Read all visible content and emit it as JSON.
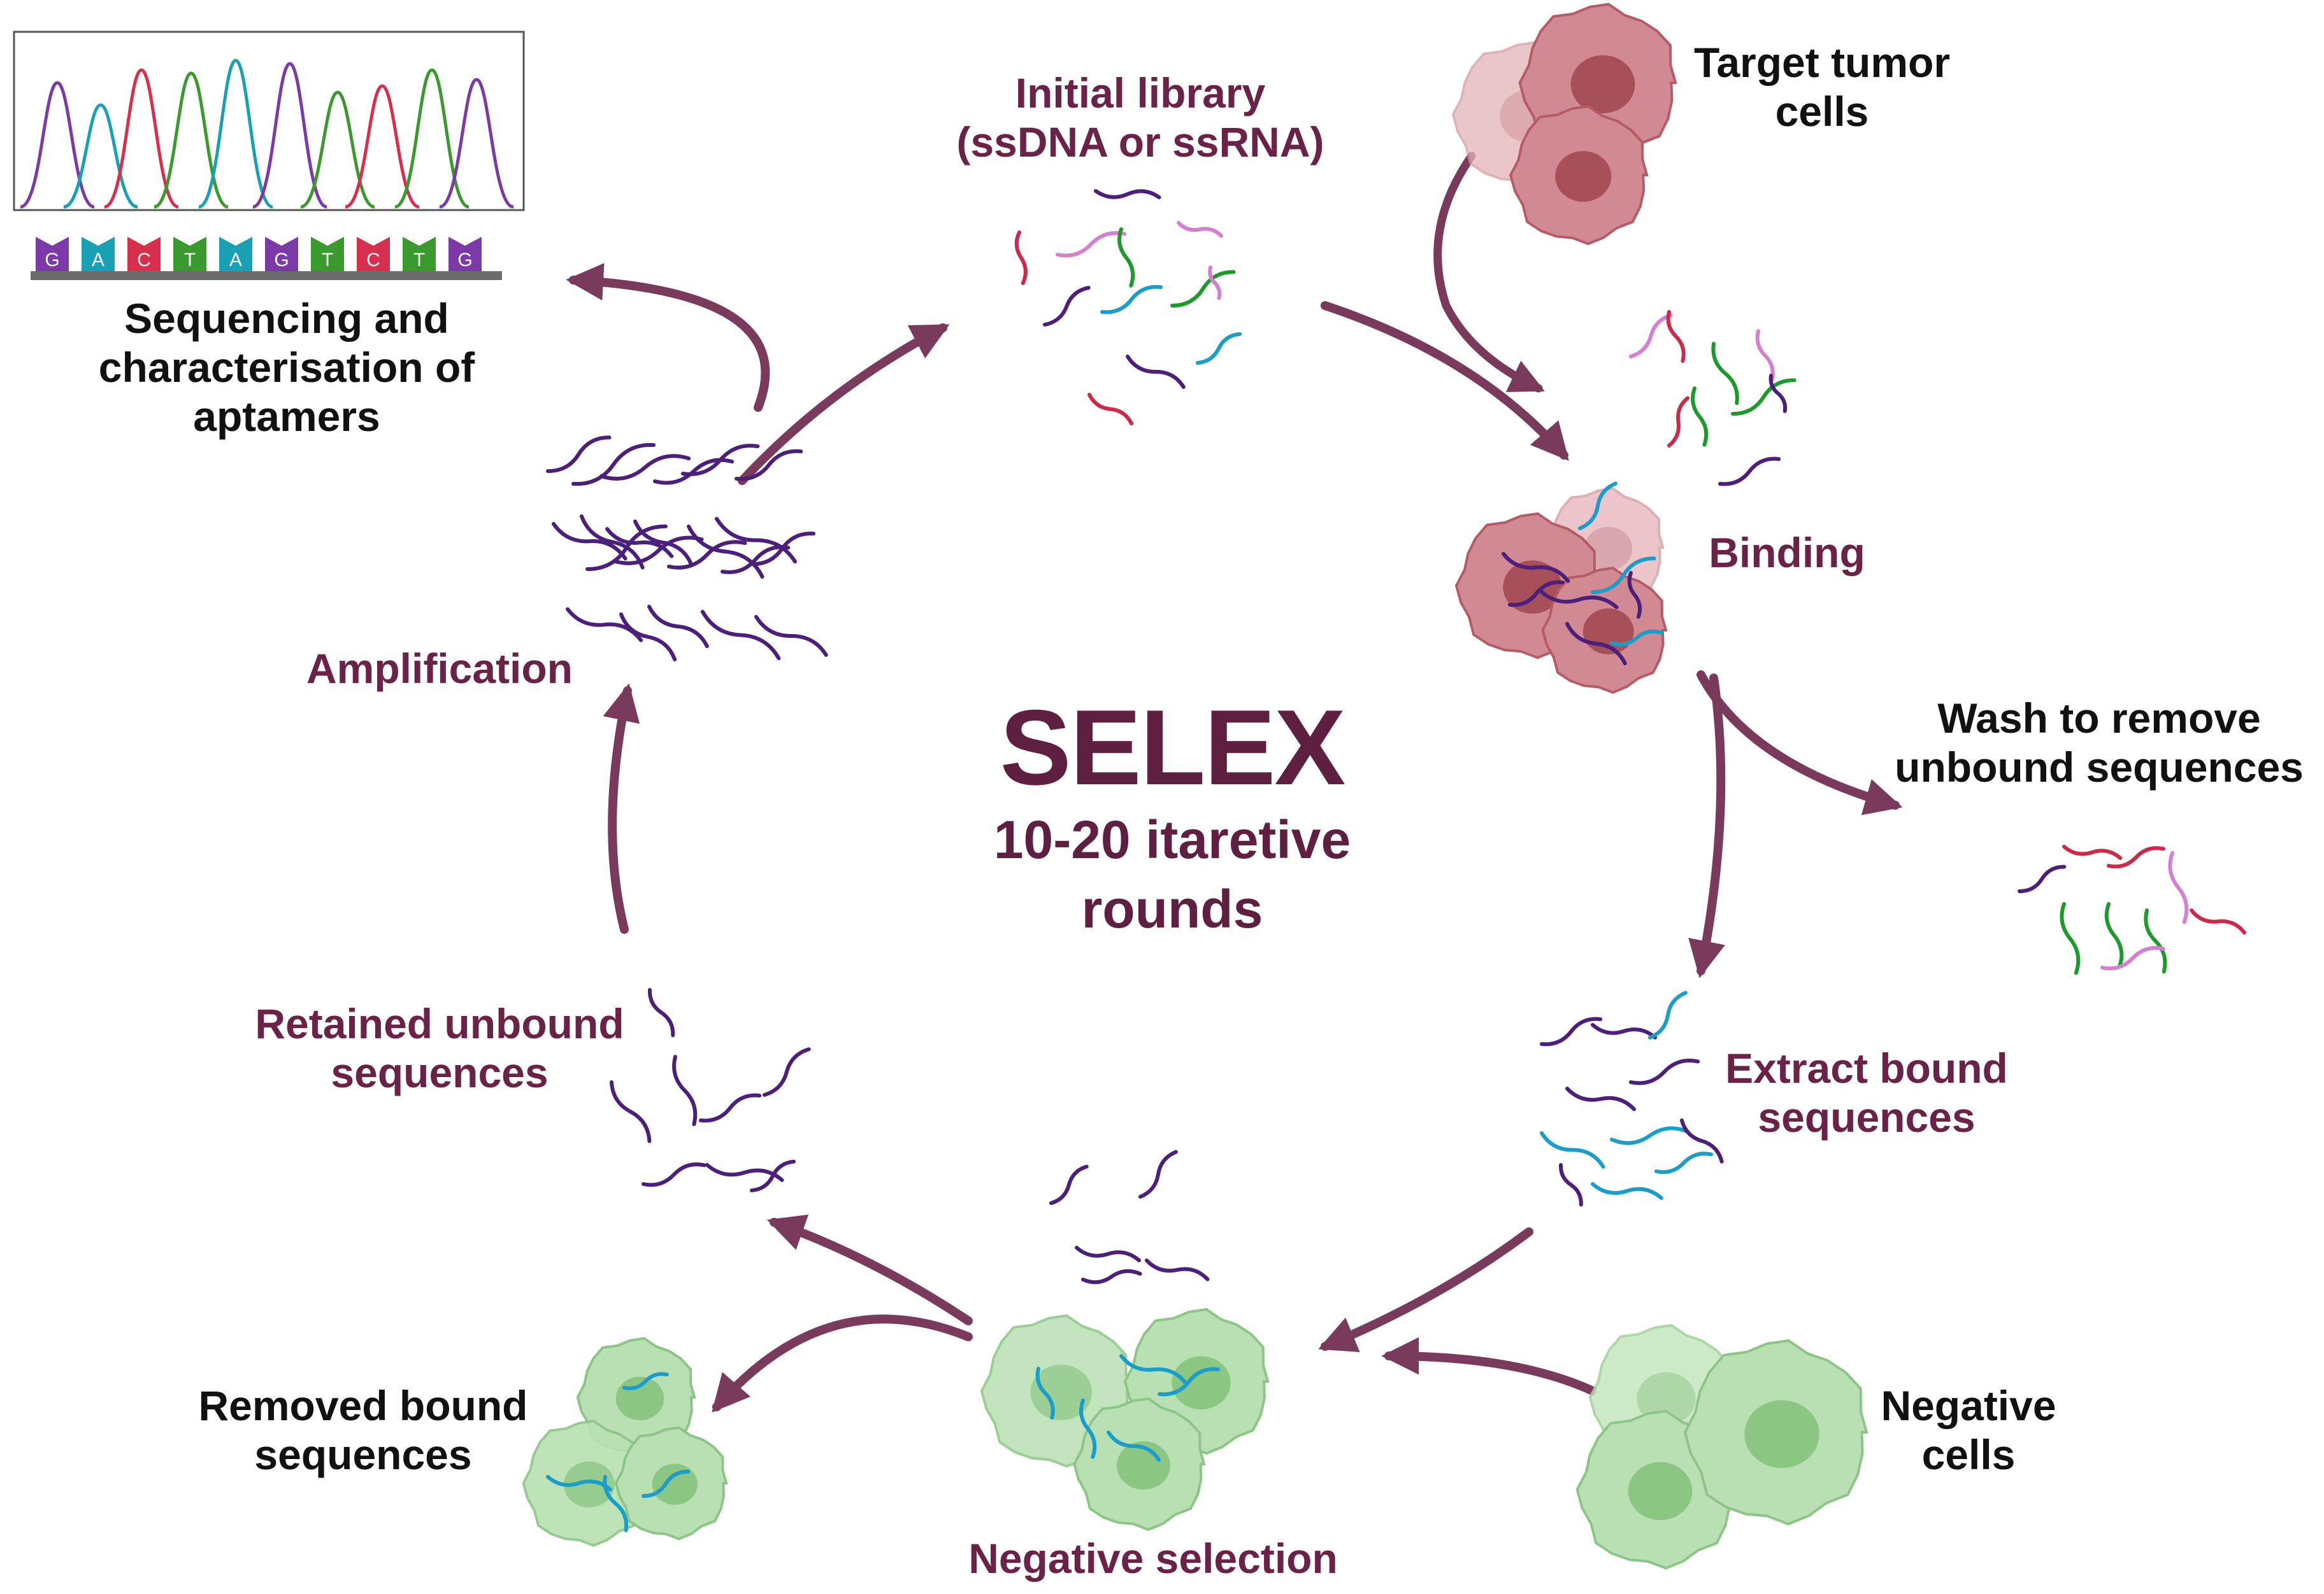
{
  "center": {
    "title": "SELEX",
    "subtitle_line1": "10-20 itaretive",
    "subtitle_line2": "rounds"
  },
  "labels": {
    "initial_library": [
      "Initial library",
      "(ssDNA or ssRNA)"
    ],
    "target_tumor_cells": [
      "Target tumor",
      "cells"
    ],
    "binding": [
      "Binding"
    ],
    "wash": [
      "Wash to remove",
      "unbound sequences"
    ],
    "extract": [
      "Extract bound",
      "sequences"
    ],
    "negative_cells": [
      "Negative",
      "cells"
    ],
    "negative_selection": [
      "Negative selection"
    ],
    "removed_bound": [
      "Removed bound",
      "sequences"
    ],
    "retained_unbound": [
      "Retained unbound",
      "sequences"
    ],
    "amplification": [
      "Amplification"
    ],
    "sequencing": [
      "Sequencing and",
      "characterisation of",
      "aptamers"
    ]
  },
  "sequence_bases": [
    "G",
    "A",
    "C",
    "T",
    "A",
    "G",
    "T",
    "C",
    "T",
    "G"
  ],
  "colors": {
    "plum_text": "#6a2346",
    "arrow": "#7a3a5c",
    "strand_purple": "#4b1f7a",
    "strand_cyan": "#1a9ec9",
    "strand_green": "#1e9a2c",
    "strand_red": "#cc2a4a",
    "strand_pink": "#d47fd0",
    "tumor_cell": "#c56a74",
    "negative_cell": "#9fd39a",
    "base_G": "#7b3aa8",
    "base_A": "#1aa0b4",
    "base_C": "#d8304c",
    "base_T": "#3a9a2e"
  }
}
